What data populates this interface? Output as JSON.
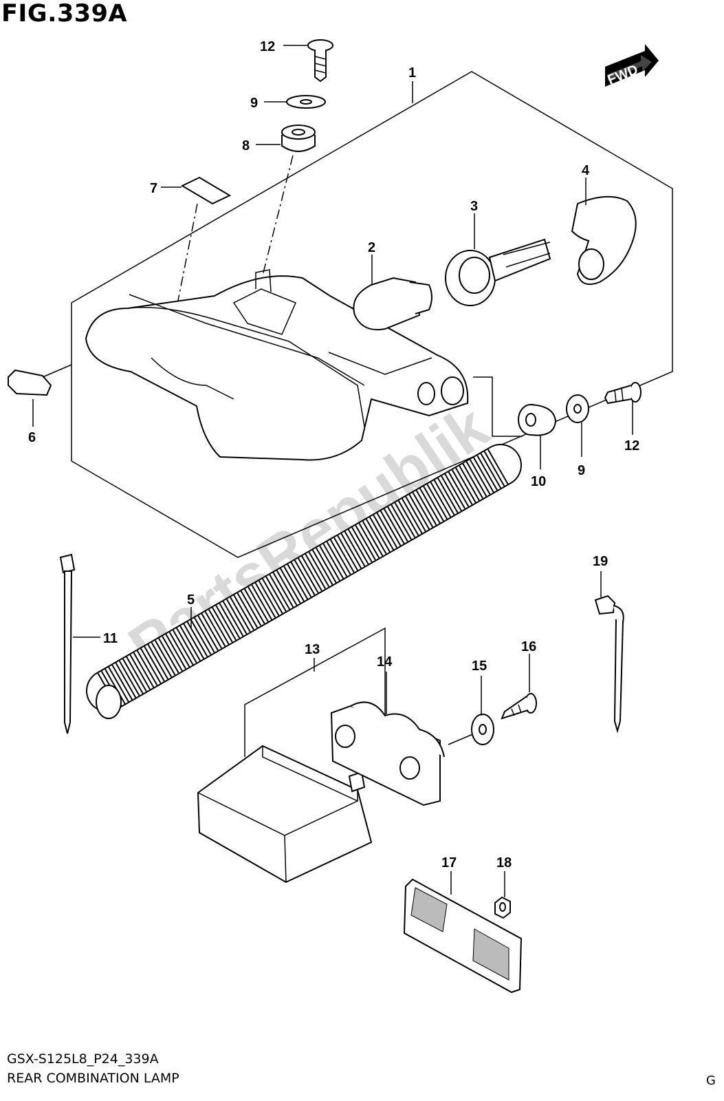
{
  "figure": {
    "title": "FIG.339A",
    "diagram_code": "GSX-S125L8_P24_339A",
    "diagram_name": "REAR COMBINATION LAMP",
    "corner_mark": "G"
  },
  "direction_badge": "FWD",
  "watermark": "PartsRepublik",
  "callouts": [
    {
      "id": "c1",
      "label": "1"
    },
    {
      "id": "c2",
      "label": "2"
    },
    {
      "id": "c3",
      "label": "3"
    },
    {
      "id": "c4",
      "label": "4"
    },
    {
      "id": "c5",
      "label": "5"
    },
    {
      "id": "c6",
      "label": "6"
    },
    {
      "id": "c7",
      "label": "7"
    },
    {
      "id": "c8",
      "label": "8"
    },
    {
      "id": "c9a",
      "label": "9"
    },
    {
      "id": "c9b",
      "label": "9"
    },
    {
      "id": "c10",
      "label": "10"
    },
    {
      "id": "c11",
      "label": "11"
    },
    {
      "id": "c12a",
      "label": "12"
    },
    {
      "id": "c12b",
      "label": "12"
    },
    {
      "id": "c13",
      "label": "13"
    },
    {
      "id": "c14",
      "label": "14"
    },
    {
      "id": "c15",
      "label": "15"
    },
    {
      "id": "c16",
      "label": "16"
    },
    {
      "id": "c17",
      "label": "17"
    },
    {
      "id": "c18",
      "label": "18"
    },
    {
      "id": "c19",
      "label": "19"
    }
  ]
}
